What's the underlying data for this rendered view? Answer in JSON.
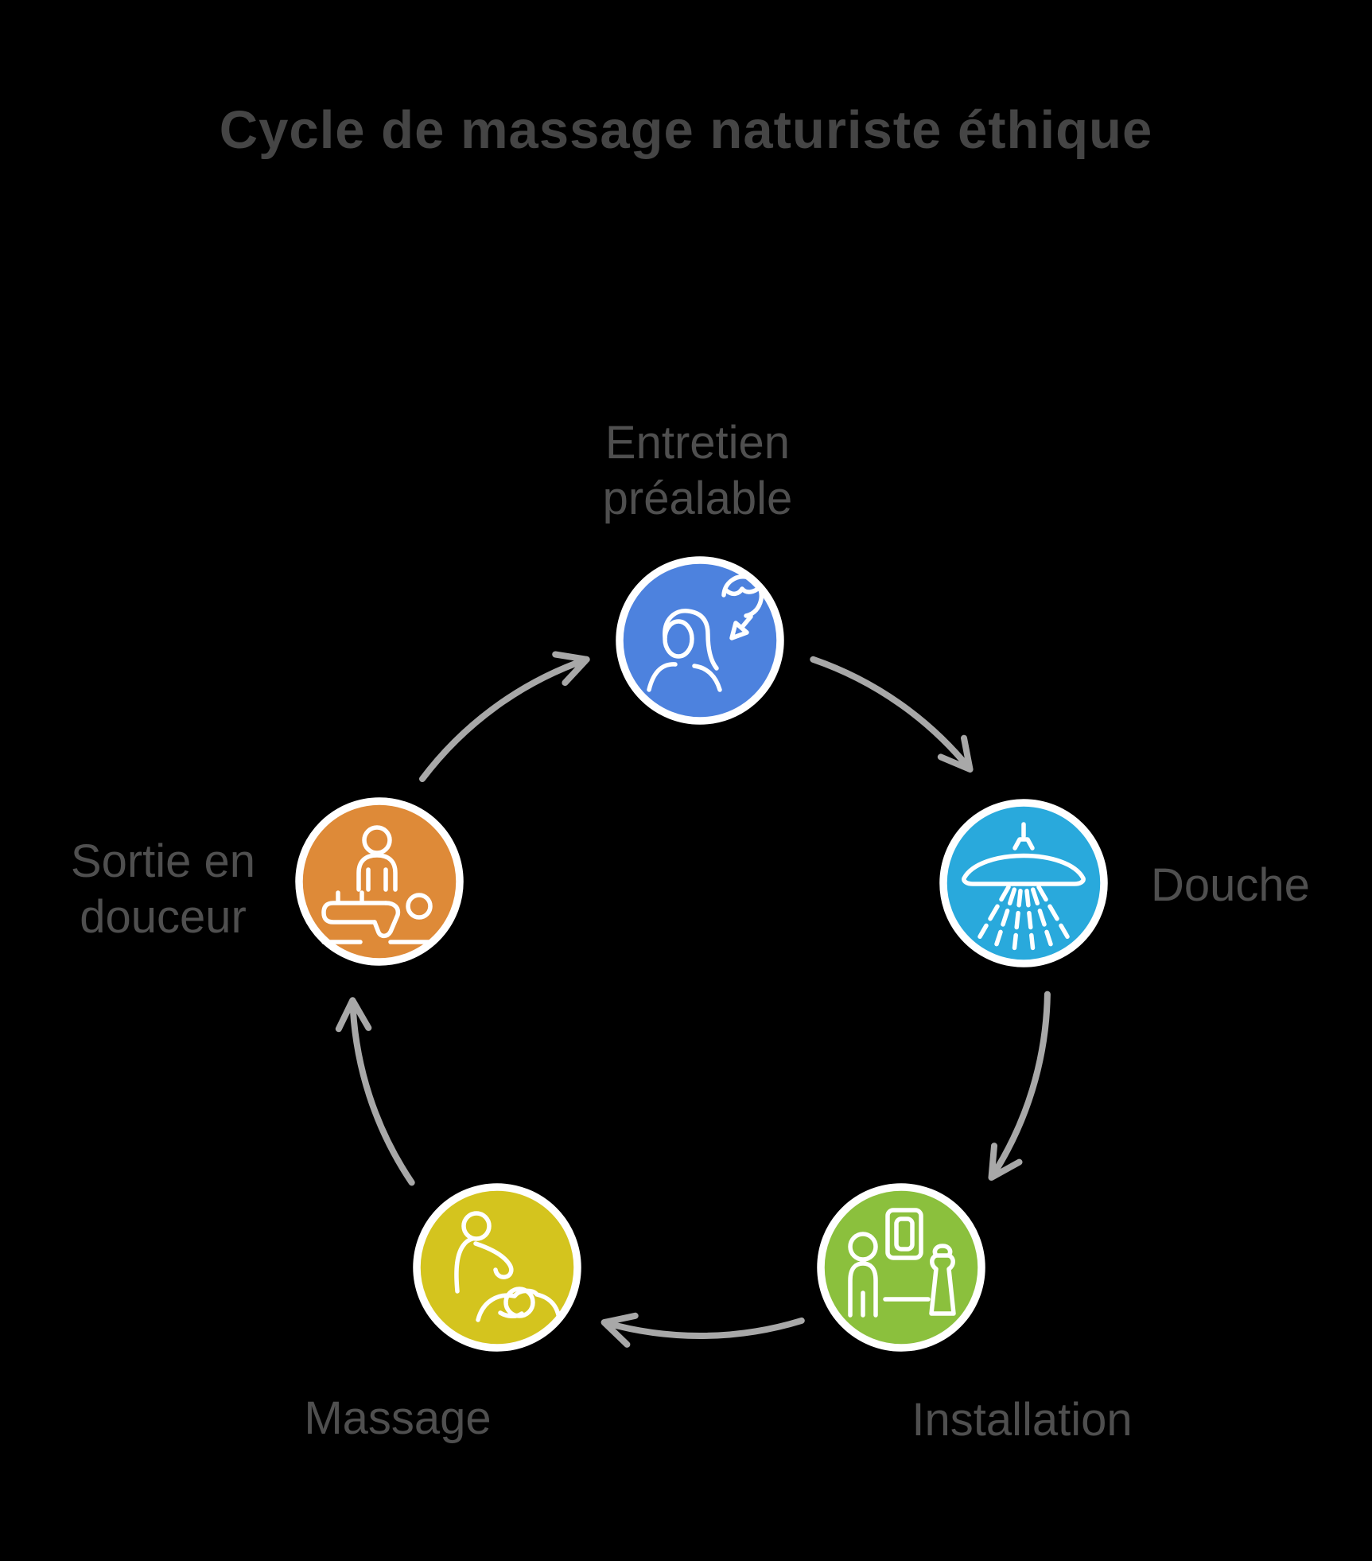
{
  "title": "Cycle de massage naturiste éthique",
  "background_color": "#000000",
  "title_color": "#454545",
  "label_color": "#4f4f4f",
  "arrow_color": "#a8a8a8",
  "circle_ring_color": "#ffffff",
  "icon_stroke_color": "#ffffff",
  "cycle_direction": "clockwise",
  "cycle_order": [
    "Entretien préalable",
    "Douche",
    "Installation",
    "Massage",
    "Sortie en douceur"
  ],
  "nodes": [
    {
      "id": "entretien",
      "label": "Entretien préalable",
      "label_lines": [
        "Entretien",
        "préalable"
      ],
      "color": "#4d82de",
      "icon": "interview-icon"
    },
    {
      "id": "douche",
      "label": "Douche",
      "label_lines": [
        "Douche"
      ],
      "color": "#29a9dc",
      "icon": "shower-icon"
    },
    {
      "id": "installation",
      "label": "Installation",
      "label_lines": [
        "Installation"
      ],
      "color": "#8bc03d",
      "icon": "room-setup-icon"
    },
    {
      "id": "massage",
      "label": "Massage",
      "label_lines": [
        "Massage"
      ],
      "color": "#d4c41e",
      "icon": "massage-icon"
    },
    {
      "id": "sortie",
      "label": "Sortie en douceur",
      "label_lines": [
        "Sortie en",
        "douceur"
      ],
      "color": "#de8a38",
      "icon": "gentle-exit-icon"
    }
  ]
}
